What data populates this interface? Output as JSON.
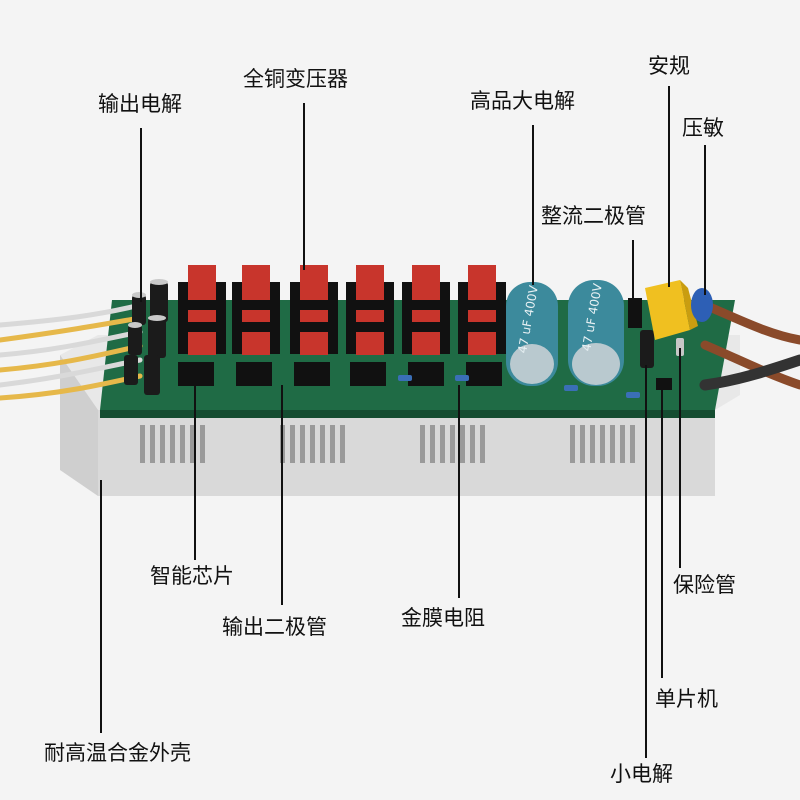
{
  "labels": {
    "output_electrolytic": "输出电解",
    "copper_transformer": "全铜变压器",
    "premium_electrolytic": "高品大电解",
    "safety_cap": "安规",
    "varistor": "压敏",
    "rectifier_diode": "整流二极管",
    "smart_chip": "智能芯片",
    "output_diode": "输出二极管",
    "metal_film_resistor": "金膜电阻",
    "fuse": "保险管",
    "mcu": "单片机",
    "small_electrolytic": "小电解",
    "housing": "耐高温合金外壳"
  },
  "capacitor_marks": [
    "47 uF 400V",
    "47 uF 400V"
  ],
  "colors": {
    "background": "#f4f4f4",
    "pcb": "#1f6b45",
    "housing": "#dedede",
    "transformer_red": "#c8352c",
    "capacitor_blue": "#3c8a9c"
  }
}
